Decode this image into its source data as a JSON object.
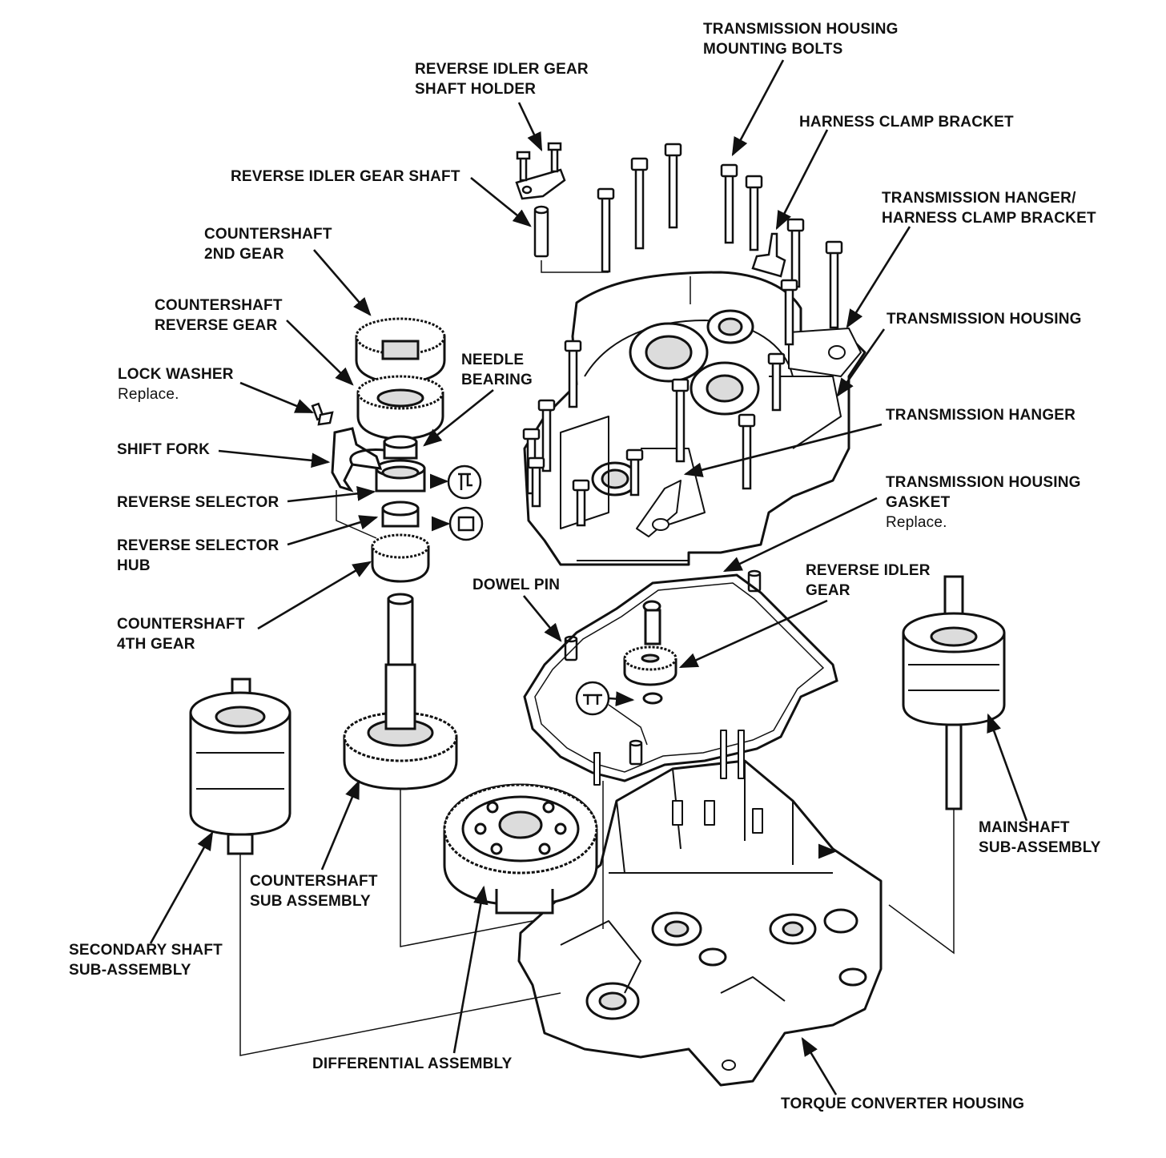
{
  "colors": {
    "ink": "#111111",
    "paper": "#ffffff",
    "shade": "#dcdcdc"
  },
  "labels": {
    "trans_housing_bolts": {
      "line1": "TRANSMISSION HOUSING",
      "line2": "MOUNTING BOLTS"
    },
    "rev_idler_shaft_holder": {
      "line1": "REVERSE IDLER GEAR",
      "line2": "SHAFT HOLDER"
    },
    "harness_clamp_bracket": {
      "line1": "HARNESS CLAMP BRACKET"
    },
    "rev_idler_gear_shaft": {
      "line1": "REVERSE IDLER GEAR SHAFT"
    },
    "trans_hanger_harness": {
      "line1": "TRANSMISSION HANGER/",
      "line2": "HARNESS CLAMP BRACKET"
    },
    "countershaft_2nd": {
      "line1": "COUNTERSHAFT",
      "line2": "2ND GEAR"
    },
    "countershaft_reverse": {
      "line1": "COUNTERSHAFT",
      "line2": "REVERSE GEAR"
    },
    "trans_housing": {
      "line1": "TRANSMISSION HOUSING"
    },
    "needle_bearing": {
      "line1": "NEEDLE",
      "line2": "BEARING"
    },
    "lock_washer": {
      "line1": "LOCK WASHER",
      "note": "Replace."
    },
    "trans_hanger": {
      "line1": "TRANSMISSION HANGER"
    },
    "shift_fork": {
      "line1": "SHIFT FORK"
    },
    "trans_housing_gasket": {
      "line1": "TRANSMISSION HOUSING",
      "line2": "GASKET",
      "note": "Replace."
    },
    "reverse_selector": {
      "line1": "REVERSE SELECTOR"
    },
    "reverse_selector_hub": {
      "line1": "REVERSE SELECTOR",
      "line2": "HUB"
    },
    "dowel_pin": {
      "line1": "DOWEL PIN"
    },
    "reverse_idler_gear": {
      "line1": "REVERSE IDLER",
      "line2": "GEAR"
    },
    "countershaft_4th": {
      "line1": "COUNTERSHAFT",
      "line2": "4TH GEAR"
    },
    "mainshaft": {
      "line1": "MAINSHAFT",
      "line2": "SUB-ASSEMBLY"
    },
    "countershaft_sub": {
      "line1": "COUNTERSHAFT",
      "line2": "SUB ASSEMBLY"
    },
    "secondary_shaft": {
      "line1": "SECONDARY SHAFT",
      "line2": "SUB-ASSEMBLY"
    },
    "differential": {
      "line1": "DIFFERENTIAL ASSEMBLY"
    },
    "torque_converter": {
      "line1": "TORQUE CONVERTER HOUSING"
    }
  }
}
